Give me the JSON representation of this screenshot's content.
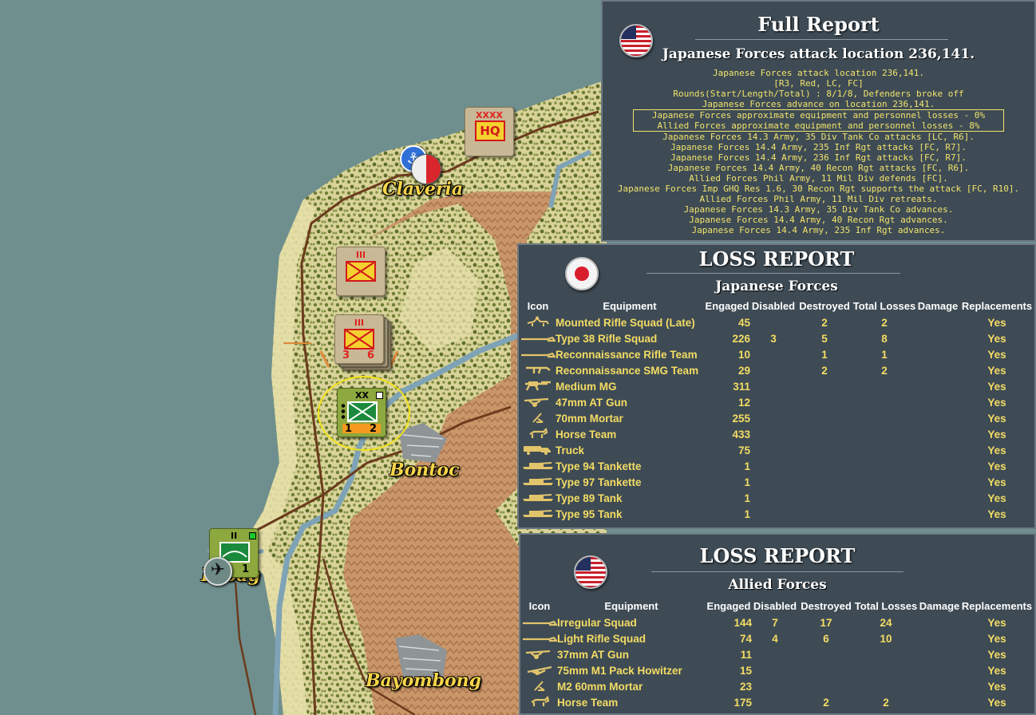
{
  "map": {
    "towns": [
      {
        "name": "Claveria"
      },
      {
        "name": "Bontoc"
      },
      {
        "name": "Laoag"
      },
      {
        "name": "Bayombong"
      }
    ],
    "hq_unit": {
      "echelon": "XXXX",
      "label": "HQ"
    },
    "regiment_1": {
      "echelon": "III"
    },
    "regiment_2": {
      "echelon": "III",
      "left_value": "3",
      "right_value": "6"
    },
    "division": {
      "echelon": "XX",
      "left_value": "1",
      "right_value": "2"
    },
    "battalion": {
      "echelon": "II",
      "value": "1"
    },
    "colors": {
      "land": "#ded7a2",
      "forest": "#7c8a3f",
      "mountain": "#c79364",
      "sea": "#6f8f8e",
      "river": "#7fa3b6",
      "road": "#6b3b1c"
    }
  },
  "full_report": {
    "title": "Full Report",
    "headline": "Japanese Forces attack location 236,141.",
    "lines": [
      "Japanese Forces attack location 236,141.",
      "[R3, Red, LC, FC]",
      "Rounds(Start/Length/Total) : 8/1/8, Defenders broke off",
      "Japanese Forces advance on location 236,141.",
      "Japanese Forces approximate equipment and personnel losses - 0%",
      "Allied Forces approximate equipment and personnel losses - 8%",
      "Japanese Forces 14.3 Army, 35 Div Tank Co attacks [LC, R6].",
      "Japanese Forces 14.4 Army, 235 Inf Rgt attacks [FC, R7].",
      "Japanese Forces 14.4 Army, 236 Inf Rgt attacks [FC, R7].",
      "Japanese Forces 14.4 Army, 40 Recon Rgt attacks [FC, R6].",
      "Allied Forces Phil Army, 11 Mil Div defends [FC].",
      "Japanese Forces Imp GHQ Res 1.6, 30 Recon Rgt supports the attack [FC, R10].",
      "Allied Forces Phil Army, 11 Mil Div retreats.",
      "Japanese Forces 14.3 Army, 35 Div Tank Co advances.",
      "Japanese Forces 14.4 Army, 40 Recon Rgt advances.",
      "Japanese Forces 14.4 Army, 235 Inf Rgt advances."
    ]
  },
  "loss_report_japan": {
    "title": "LOSS REPORT",
    "subtitle": "Japanese Forces",
    "headers": [
      "Icon",
      "Equipment",
      "Engaged",
      "Disabled",
      "Destroyed",
      "Total Losses",
      "Damage",
      "Replacements"
    ],
    "rows": [
      {
        "icon": "mounted-rifle-icon",
        "equipment": "Mounted Rifle Squad (Late)",
        "engaged": "45",
        "disabled": "",
        "destroyed": "2",
        "total": "2",
        "damage": "",
        "replacements": "Yes"
      },
      {
        "icon": "rifle-icon",
        "equipment": "Type 38 Rifle Squad",
        "engaged": "226",
        "disabled": "3",
        "destroyed": "5",
        "total": "8",
        "damage": "",
        "replacements": "Yes"
      },
      {
        "icon": "rifle-icon",
        "equipment": "Reconnaissance Rifle Team",
        "engaged": "10",
        "disabled": "",
        "destroyed": "1",
        "total": "1",
        "damage": "",
        "replacements": "Yes"
      },
      {
        "icon": "smg-icon",
        "equipment": "Reconnaissance SMG Team",
        "engaged": "29",
        "disabled": "",
        "destroyed": "2",
        "total": "2",
        "damage": "",
        "replacements": "Yes"
      },
      {
        "icon": "machine-gun-icon",
        "equipment": "Medium MG",
        "engaged": "311",
        "disabled": "",
        "destroyed": "",
        "total": "",
        "damage": "",
        "replacements": "Yes"
      },
      {
        "icon": "at-gun-icon",
        "equipment": "47mm AT Gun",
        "engaged": "12",
        "disabled": "",
        "destroyed": "",
        "total": "",
        "damage": "",
        "replacements": "Yes"
      },
      {
        "icon": "mortar-icon",
        "equipment": "70mm Mortar",
        "engaged": "255",
        "disabled": "",
        "destroyed": "",
        "total": "",
        "damage": "",
        "replacements": "Yes"
      },
      {
        "icon": "horse-icon",
        "equipment": "Horse Team",
        "engaged": "433",
        "disabled": "",
        "destroyed": "",
        "total": "",
        "damage": "",
        "replacements": "Yes"
      },
      {
        "icon": "truck-icon",
        "equipment": "Truck",
        "engaged": "75",
        "disabled": "",
        "destroyed": "",
        "total": "",
        "damage": "",
        "replacements": "Yes"
      },
      {
        "icon": "tank-icon",
        "equipment": "Type 94 Tankette",
        "engaged": "1",
        "disabled": "",
        "destroyed": "",
        "total": "",
        "damage": "",
        "replacements": "Yes"
      },
      {
        "icon": "tank-icon",
        "equipment": "Type 97 Tankette",
        "engaged": "1",
        "disabled": "",
        "destroyed": "",
        "total": "",
        "damage": "",
        "replacements": "Yes"
      },
      {
        "icon": "tank-icon",
        "equipment": "Type 89 Tank",
        "engaged": "1",
        "disabled": "",
        "destroyed": "",
        "total": "",
        "damage": "",
        "replacements": "Yes"
      },
      {
        "icon": "tank-icon",
        "equipment": "Type 95 Tank",
        "engaged": "1",
        "disabled": "",
        "destroyed": "",
        "total": "",
        "damage": "",
        "replacements": "Yes"
      }
    ]
  },
  "loss_report_allied": {
    "title": "LOSS REPORT",
    "subtitle": "Allied Forces",
    "headers": [
      "Icon",
      "Equipment",
      "Engaged",
      "Disabled",
      "Destroyed",
      "Total Losses",
      "Damage",
      "Replacements"
    ],
    "rows": [
      {
        "icon": "rifle-icon",
        "equipment": "Irregular Squad",
        "engaged": "144",
        "disabled": "7",
        "destroyed": "17",
        "total": "24",
        "damage": "",
        "replacements": "Yes"
      },
      {
        "icon": "rifle-icon",
        "equipment": "Light Rifle Squad",
        "engaged": "74",
        "disabled": "4",
        "destroyed": "6",
        "total": "10",
        "damage": "",
        "replacements": "Yes"
      },
      {
        "icon": "at-gun-icon",
        "equipment": "37mm AT Gun",
        "engaged": "11",
        "disabled": "",
        "destroyed": "",
        "total": "",
        "damage": "",
        "replacements": "Yes"
      },
      {
        "icon": "howitzer-icon",
        "equipment": "75mm M1 Pack Howitzer",
        "engaged": "15",
        "disabled": "",
        "destroyed": "",
        "total": "",
        "damage": "",
        "replacements": "Yes"
      },
      {
        "icon": "mortar-icon",
        "equipment": "M2 60mm Mortar",
        "engaged": "23",
        "disabled": "",
        "destroyed": "",
        "total": "",
        "damage": "",
        "replacements": "Yes"
      },
      {
        "icon": "horse-icon",
        "equipment": "Horse Team",
        "engaged": "175",
        "disabled": "",
        "destroyed": "2",
        "total": "2",
        "damage": "",
        "replacements": "Yes"
      }
    ]
  }
}
